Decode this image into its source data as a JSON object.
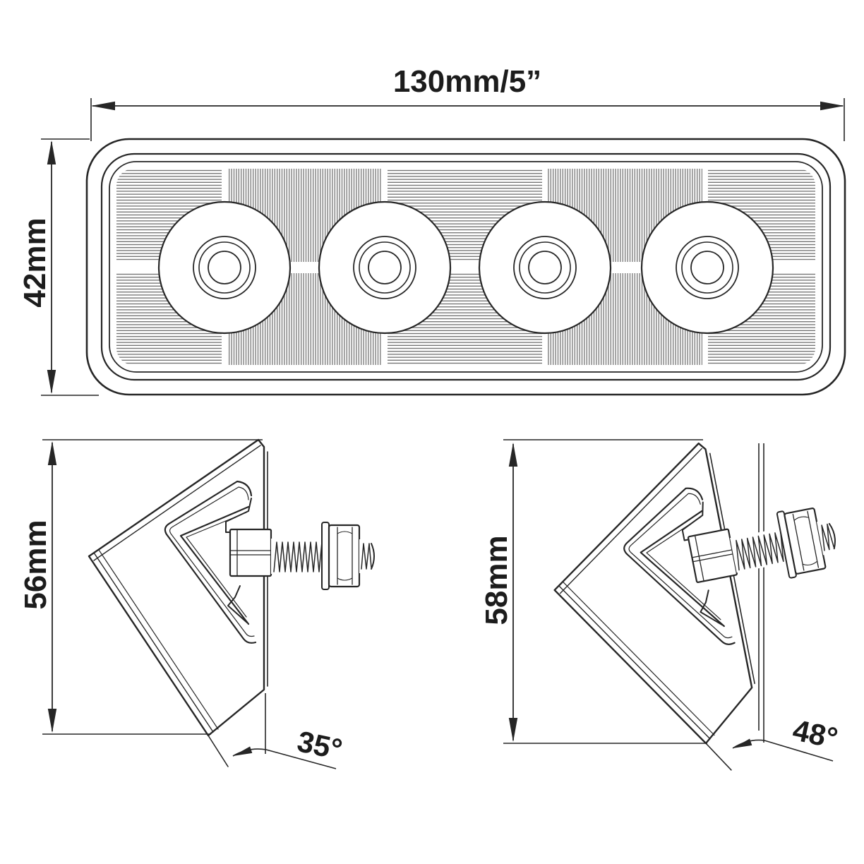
{
  "drawing": {
    "type": "technical-dimension-diagram",
    "subject": "4-LED rectangular work light with mounting bracket and bolt",
    "colors": {
      "line": "#262626",
      "hatch": "#5f5f5f",
      "background": "#ffffff",
      "text": "#1c1c1c"
    },
    "top_view": {
      "width_label": "130mm/5”",
      "height_label": "42mm",
      "led_count": 4
    },
    "left_side_view": {
      "height_label": "56mm",
      "angle_label": "35°"
    },
    "right_side_view": {
      "height_label": "58mm",
      "angle_label": "48°"
    }
  }
}
